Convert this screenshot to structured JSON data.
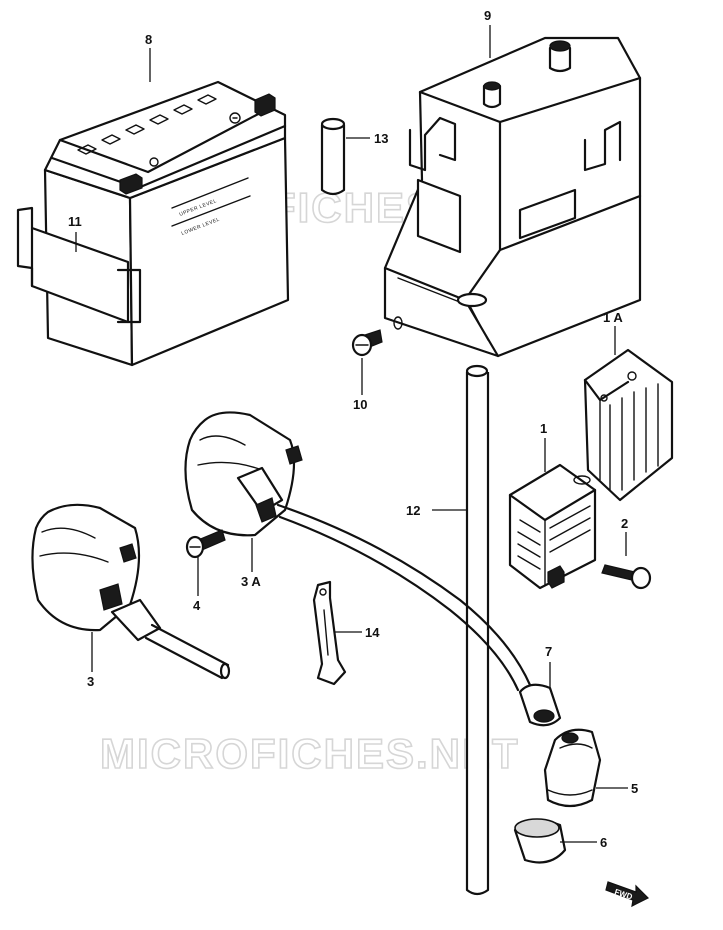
{
  "watermark": {
    "text": "MICROFICHES.NET"
  },
  "battery": {
    "upper_level": "UPPER LEVEL",
    "lower_level": "LOWER LEVEL"
  },
  "fwd": {
    "text": "FWD"
  },
  "callouts": {
    "c8": "8",
    "c9": "9",
    "c11": "11",
    "c13": "13",
    "c10": "10",
    "c12": "12",
    "c1A": "1 A",
    "c1": "1",
    "c2": "2",
    "c3A": "3 A",
    "c4": "4",
    "c3": "3",
    "c14": "14",
    "c7": "7",
    "c5": "5",
    "c6": "6"
  }
}
